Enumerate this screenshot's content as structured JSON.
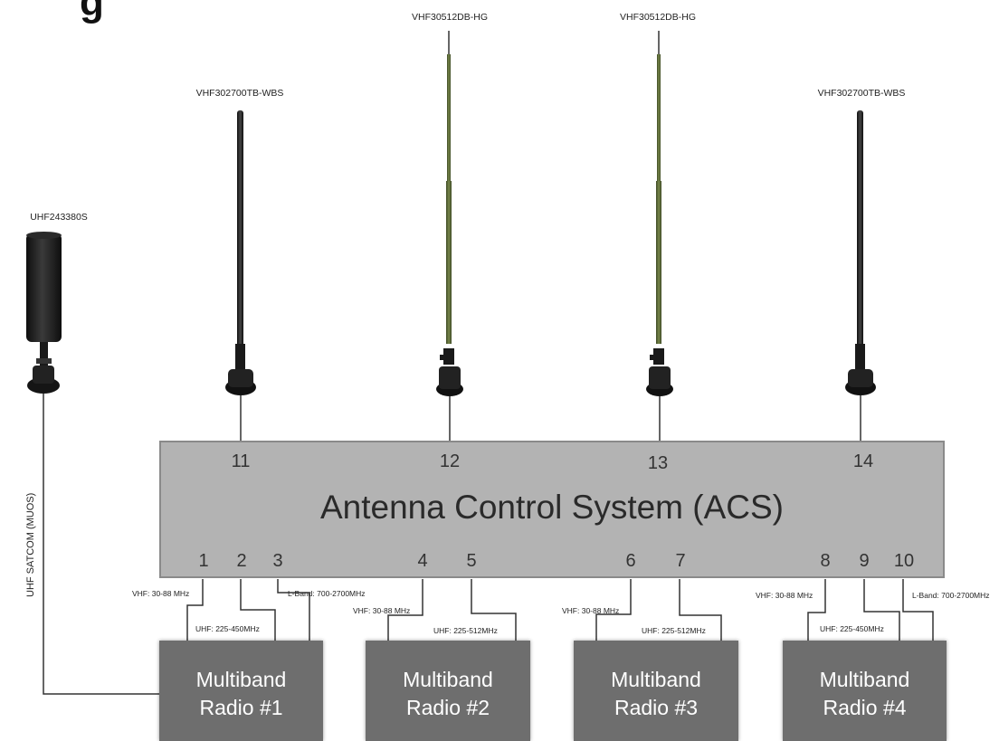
{
  "heading_fragment": "g",
  "antennas": [
    {
      "label": "UHF243380S"
    },
    {
      "label": "VHF302700TB-WBS"
    },
    {
      "label": "VHF30512DB-HG"
    },
    {
      "label": "VHF30512DB-HG"
    },
    {
      "label": "VHF302700TB-WBS"
    }
  ],
  "acs": {
    "title": "Antenna Control System (ACS)",
    "top_ports": [
      "11",
      "12",
      "13",
      "14"
    ],
    "bottom_ports": [
      "1",
      "2",
      "3",
      "4",
      "5",
      "6",
      "7",
      "8",
      "9",
      "10"
    ]
  },
  "frequencies": {
    "p1": "VHF: 30-88 MHz",
    "p2": "UHF: 225-450MHz",
    "p3": "L-Band: 700-2700MHz",
    "p4": "VHF: 30-88 MHz",
    "p5": "UHF: 225-512MHz",
    "p6": "VHF: 30-88 MHz",
    "p7": "UHF: 225-512MHz",
    "p8": "VHF: 30-88 MHz",
    "p9": "UHF: 225-450MHz",
    "p10": "L-Band: 700-2700MHz"
  },
  "satcom_label": "UHF SATCOM (MUOS)",
  "radios": [
    {
      "line1": "Multiband",
      "line2": "Radio #1"
    },
    {
      "line1": "Multiband",
      "line2": "Radio #2"
    },
    {
      "line1": "Multiband",
      "line2": "Radio #3"
    },
    {
      "line1": "Multiband",
      "line2": "Radio #4"
    }
  ]
}
